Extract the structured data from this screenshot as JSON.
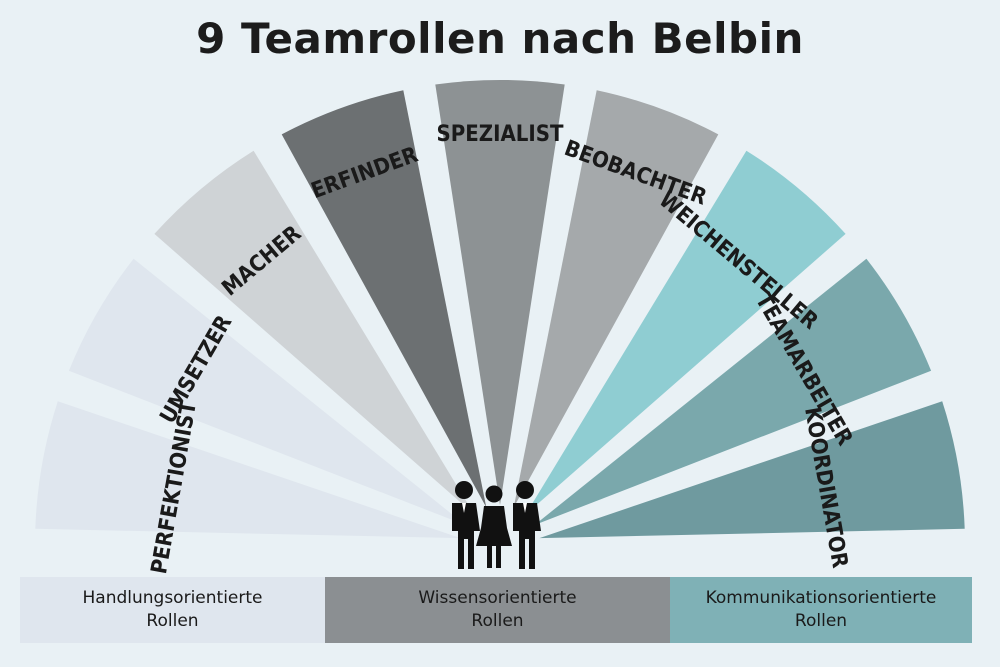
{
  "title": "9 Teamrollen nach Belbin",
  "roles": [
    {
      "label": "PERFEKTIONIST",
      "color": "#dfe6ee",
      "group": "handlung"
    },
    {
      "label": "UMSETZER",
      "color": "#dfe6ee",
      "group": "handlung"
    },
    {
      "label": "MACHER",
      "color": "#cfd3d6",
      "group": "handlung"
    },
    {
      "label": "ERFINDER",
      "color": "#6c7072",
      "group": "wissen"
    },
    {
      "label": "SPEZIALIST",
      "color": "#8d9294",
      "group": "wissen"
    },
    {
      "label": "BEOBACHTER",
      "color": "#a5a9ab",
      "group": "wissen"
    },
    {
      "label": "WEICHENSTELLER",
      "color": "#8fcdd2",
      "group": "kommunikation"
    },
    {
      "label": "TEAMARBEITER",
      "color": "#7aa8ac",
      "group": "kommunikation"
    },
    {
      "label": "KOORDINATOR",
      "color": "#6f9a9f",
      "group": "kommunikation"
    }
  ],
  "legend": [
    {
      "line1": "Handlungsorientierte",
      "line2": "Rollen",
      "color": "#dfe6ee"
    },
    {
      "line1": "Wissensorientierte",
      "line2": "Rollen",
      "color": "#8b8f92"
    },
    {
      "line1": "Kommunikationsorientierte",
      "line2": "Rollen",
      "color": "#7fb1b6"
    }
  ]
}
